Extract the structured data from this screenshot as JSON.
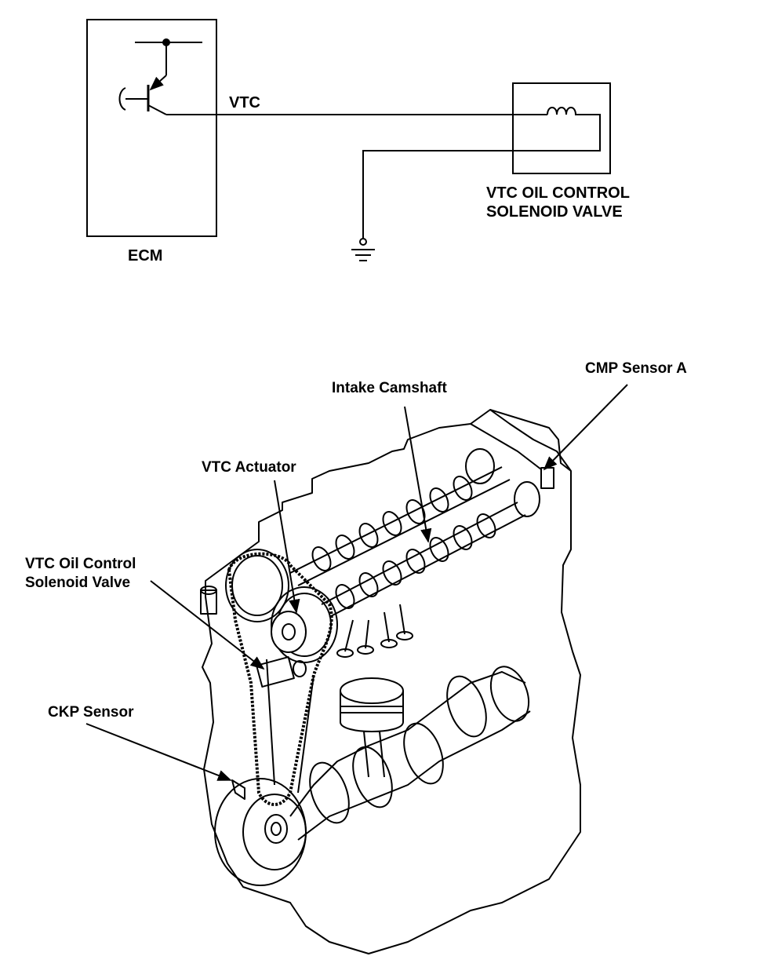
{
  "schematic": {
    "ecm_label": "ECM",
    "signal_label": "VTC",
    "valve_label_line1": "VTC OIL CONTROL",
    "valve_label_line2": "SOLENOID VALVE"
  },
  "engine": {
    "cmp_sensor": "CMP Sensor A",
    "intake_camshaft": "Intake Camshaft",
    "vtc_actuator": "VTC Actuator",
    "oil_control_line1": "VTC Oil Control",
    "oil_control_line2": "Solenoid Valve",
    "ckp_sensor": "CKP Sensor"
  },
  "colors": {
    "ink": "#000000",
    "paper": "#ffffff"
  }
}
